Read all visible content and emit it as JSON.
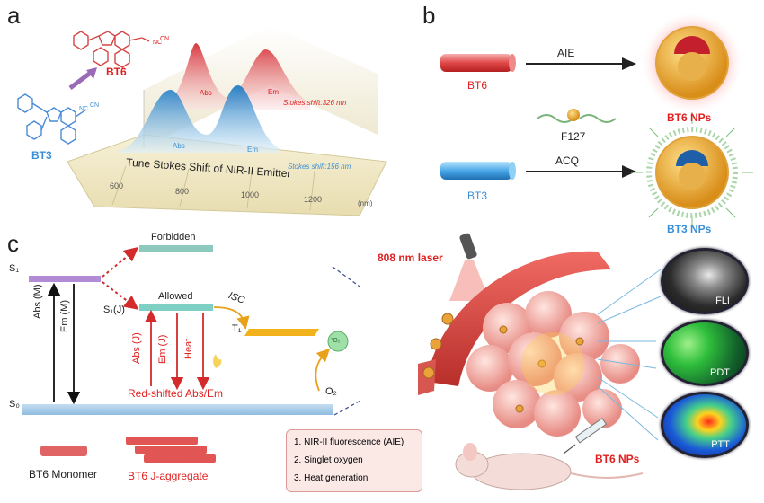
{
  "panels": {
    "a": "a",
    "b": "b",
    "c": "c"
  },
  "panel_a": {
    "molecule_top": "BT6",
    "molecule_bottom": "BT3",
    "cn": "CN",
    "nc": "NC",
    "title": "Tune Stokes Shift of NIR-II Emitter",
    "red_abs": "Abs",
    "red_em": "Em",
    "red_shift": "Stokes shift:326 nm",
    "blue_abs": "Abs",
    "blue_em": "Em",
    "blue_shift": "Stokes shift:156 nm",
    "ticks": [
      "600",
      "800",
      "1000",
      "1200",
      "(nm)"
    ]
  },
  "panel_b": {
    "bt6": "BT6",
    "aie": "AIE",
    "bt6_nps": "BT6 NPs",
    "f127": "F127",
    "bt3": "BT3",
    "acq": "ACQ",
    "bt3_nps": "BT3 NPs"
  },
  "panel_c": {
    "s1": "S₁",
    "s0": "S₀",
    "s1j": "S₁(J)",
    "t1": "T₁",
    "o2": "O₂",
    "singlet": "¹O₂",
    "forbidden": "Forbidden",
    "allowed": "Allowed",
    "isc": "ISC",
    "abs_m": "Abs (M)",
    "em_m": "Em (M)",
    "abs_j": "Abs (J)",
    "em_j": "Em (J)",
    "heat": "Heat",
    "red_shifted": "Red-shifted Abs/Em",
    "monomer": "BT6 Monomer",
    "j_aggregate": "BT6 J-aggregate",
    "legend": [
      "1. NIR-II fluorescence (AIE)",
      "2. Singlet oxygen",
      "3. Heat generation"
    ],
    "laser": "808 nm laser",
    "nps": "BT6 NPs",
    "fli": "FLI",
    "pdt": "PDT",
    "ptt": "PTT"
  }
}
